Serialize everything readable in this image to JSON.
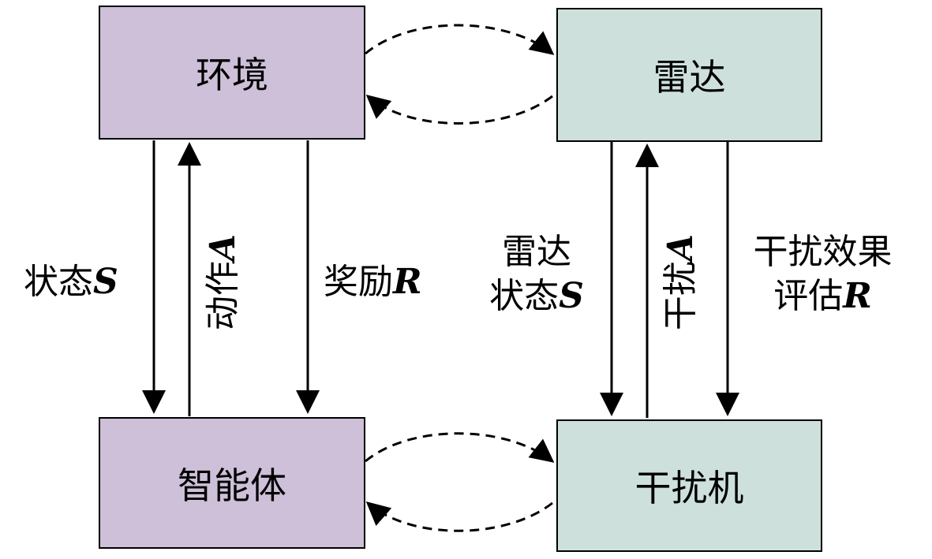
{
  "colors": {
    "left_box": "#cdc0d8",
    "right_box": "#cde0dc",
    "stroke": "#000000"
  },
  "boxes": {
    "env": "环境",
    "radar": "雷达",
    "agent": "智能体",
    "jammer": "干扰机"
  },
  "labels": {
    "state": {
      "text": "状态",
      "sym": "S"
    },
    "action": {
      "text": "动作",
      "sym": "A"
    },
    "reward": {
      "text": "奖励",
      "sym": "R"
    },
    "radar_state": {
      "line1": "雷达",
      "text": "状态",
      "sym": "S"
    },
    "jam_action": {
      "text": "干扰",
      "sym": "A"
    },
    "jam_eval": {
      "line1": "干扰效果",
      "text": "评估",
      "sym": "R"
    }
  }
}
